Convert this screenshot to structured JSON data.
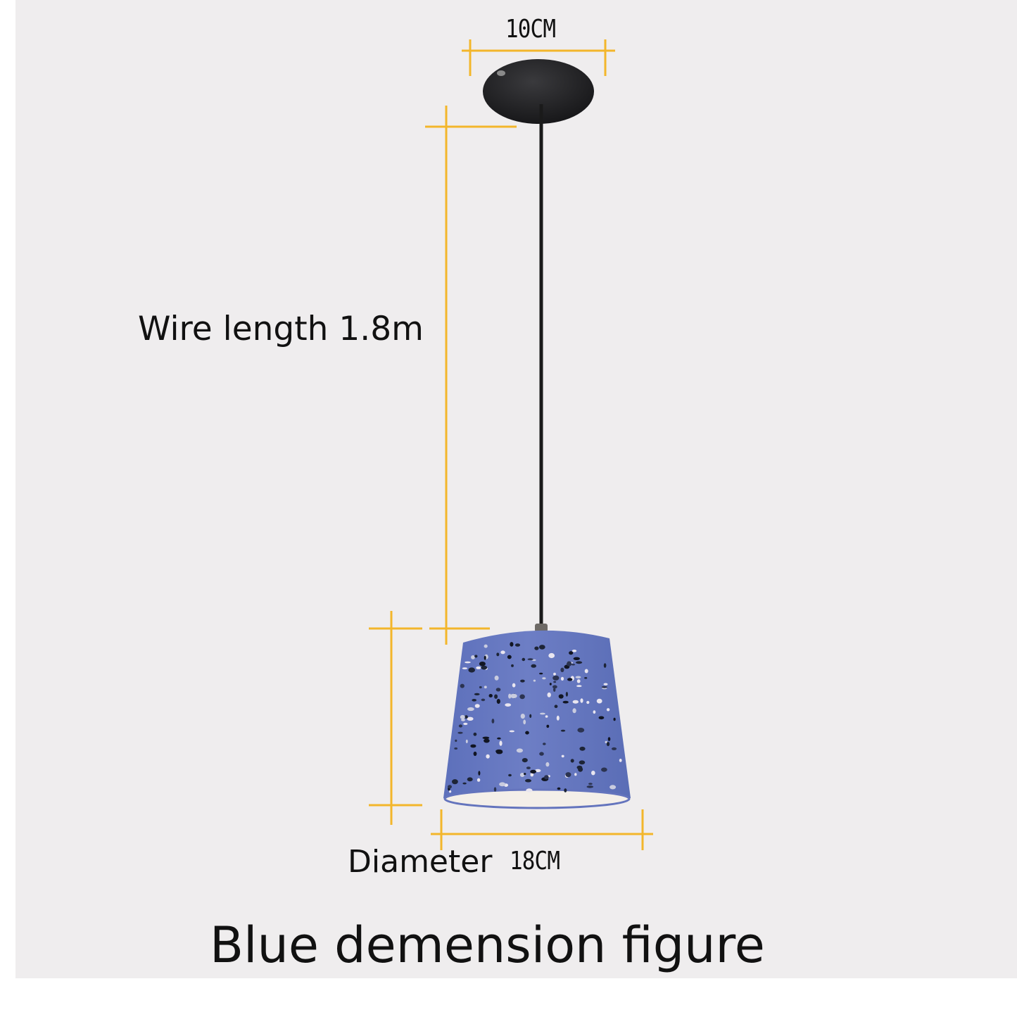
{
  "figure": {
    "top_dimension": "10CM",
    "wire_label": "Wire length 1.8m",
    "diameter_word": "Diameter",
    "diameter_value": "18CM",
    "caption": "Blue demension figure"
  },
  "colors": {
    "background": "#efedee",
    "dimension_line": "#f3b62b",
    "canopy": "#1c1c1e",
    "cord": "#1a1a1a",
    "shade": "#6577c0",
    "shade_inner": "#f4efe9",
    "text": "#111111"
  }
}
